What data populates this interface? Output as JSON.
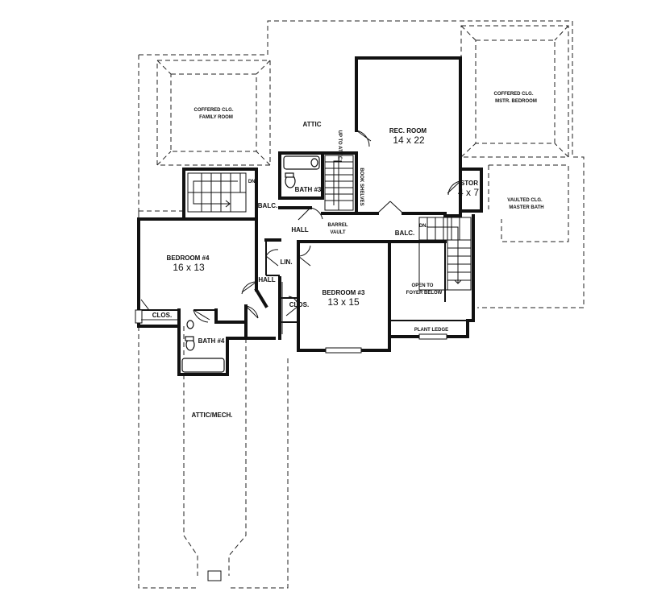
{
  "labels": {
    "coffered_family": "COFFERED CLG.",
    "coffered_family_2": "FAMILY ROOM",
    "attic": "ATTIC",
    "rec_room": "REC. ROOM",
    "rec_room_dim": "14 x 22",
    "coffered_master": "COFFERED CLG.",
    "coffered_master_2": "MSTR. BEDROOM",
    "up_to_attic": "UP TO ATTIC",
    "book_shelves": "BOOK SHELVES",
    "dn_left": "DN.",
    "bath3": "BATH #3",
    "stor": "STOR",
    "stor_dim": "4 x 7",
    "vaulted": "VAULTED CLG.",
    "vaulted_2": "MASTER BATH",
    "balc_left": "BALC.",
    "hall_top": "HALL",
    "barrel": "BARREL",
    "barrel_2": "VAULT",
    "balc_right": "BALC.",
    "dn_right": "DN.",
    "bedroom4": "BEDROOM #4",
    "bedroom4_dim": "16 x 13",
    "lin": "LIN.",
    "hall_mid": "HALL",
    "bedroom3": "BEDROOM #3",
    "bedroom3_dim": "13 x 15",
    "clos_mid": "CLOS.",
    "open_foyer": "OPEN TO",
    "open_foyer_2": "FOYER BELOW",
    "plant_ledge": "PLANT LEDGE",
    "clos_left": "CLOS.",
    "bath4": "BATH #4",
    "attic_mech": "ATTIC/MECH."
  }
}
